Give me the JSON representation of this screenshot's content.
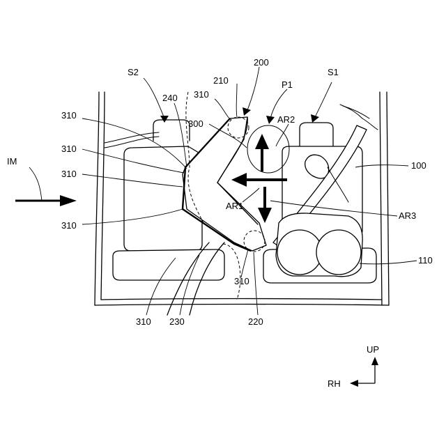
{
  "labels": {
    "s2": "S2",
    "n240": "240",
    "n310a": "310",
    "n210": "210",
    "n200": "200",
    "p1": "P1",
    "s1": "S1",
    "n310b": "310",
    "n300": "300",
    "ar2": "AR2",
    "n310c": "310",
    "im": "IM",
    "n100": "100",
    "n310d": "310",
    "ar1": "AR1",
    "ar3": "AR3",
    "n310e": "310",
    "n110": "110",
    "n310f": "310",
    "n310g": "310",
    "n230": "230",
    "n220": "220",
    "up": "UP",
    "rh": "RH"
  }
}
